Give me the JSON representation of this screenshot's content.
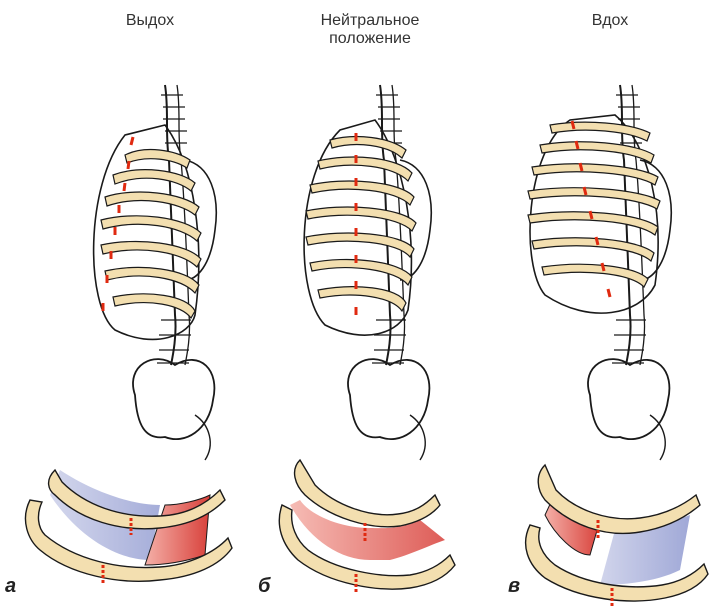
{
  "labels": {
    "exhale": "Выдох",
    "neutral": "Нейтральное положение",
    "inhale": "Вдох"
  },
  "panel_letters": [
    "а",
    "б",
    "в"
  ],
  "colors": {
    "rib_fill": "#f3dfb0",
    "outline": "#1a1a1a",
    "marker": "#e02a10",
    "muscle_red": "#d8403a",
    "muscle_blue": "#9aa4d8"
  }
}
